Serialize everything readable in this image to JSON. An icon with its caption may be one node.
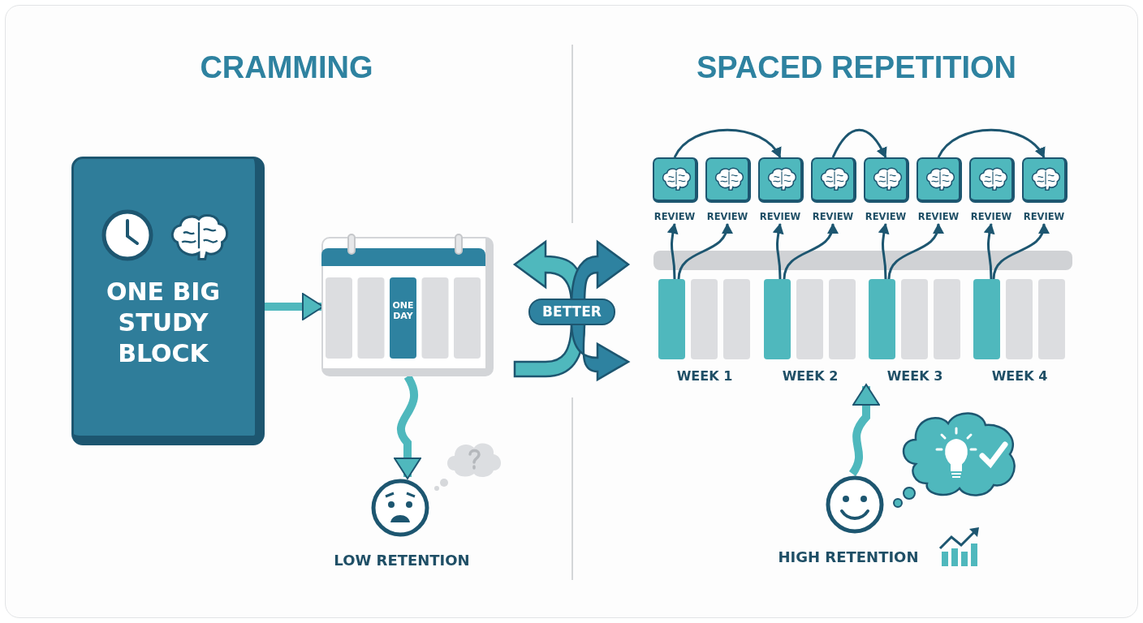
{
  "diagram": {
    "nodes": [
      {
        "text": [
          "ONE BIG STUDY BLOCK"
        ]
      },
      {
        "text": [
          "ONE DAY"
        ]
      },
      {
        "text": [
          "LOW RETENTION"
        ]
      },
      {
        "text": [
          "BETTER"
        ]
      },
      {
        "text": [
          "REVIEW"
        ]
      },
      {
        "text": [
          "REVIEW"
        ]
      },
      {
        "text": [
          "REVIEW"
        ]
      },
      {
        "text": [
          "REVIEW"
        ]
      },
      {
        "text": [
          "REVIEW"
        ]
      },
      {
        "text": [
          "REVIEW"
        ]
      },
      {
        "text": [
          "REVIEW"
        ]
      },
      {
        "text": [
          "REVIEW"
        ]
      },
      {
        "text": [
          "WEEK 1"
        ]
      },
      {
        "text": [
          "WEEK 2"
        ]
      },
      {
        "text": [
          "WEEK 3"
        ]
      },
      {
        "text": [
          "WEEK 4"
        ]
      },
      {
        "text": [
          "HIGH RETENTION"
        ]
      }
    ],
    "edges": [
      {
        "from": 0,
        "to": 1,
        "arrow": "to",
        "style": "thick",
        "color": "#4fb8bd"
      },
      {
        "from": 1,
        "to": 2,
        "arrow": "to",
        "style": "thick",
        "color": "#4fb8bd"
      },
      {
        "from": 12,
        "to": 4,
        "arrow": "to"
      },
      {
        "from": 12,
        "to": 5,
        "arrow": "to"
      },
      {
        "from": 13,
        "to": 6,
        "arrow": "to"
      },
      {
        "from": 13,
        "to": 7,
        "arrow": "to"
      },
      {
        "from": 14,
        "to": 8,
        "arrow": "to"
      },
      {
        "from": 14,
        "to": 9,
        "arrow": "to"
      },
      {
        "from": 15,
        "to": 10,
        "arrow": "to"
      },
      {
        "from": 15,
        "to": 11,
        "arrow": "to"
      },
      {
        "from": 4,
        "to": 6,
        "arrow": "to"
      },
      {
        "from": 7,
        "to": 8,
        "arrow": "to"
      },
      {
        "from": 9,
        "to": 11,
        "arrow": "to"
      },
      {
        "from": 16,
        "to": 14,
        "arrow": "to",
        "style": "thick",
        "color": "#4fb8bd"
      }
    ],
    "labels": [
      "CRAMMING",
      "SPACED REPETITION"
    ]
  }
}
